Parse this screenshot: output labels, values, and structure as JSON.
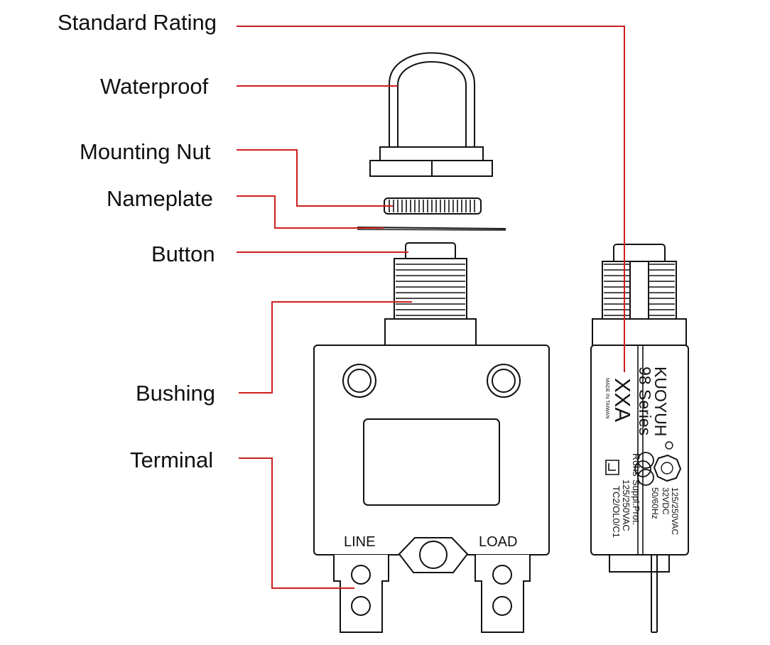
{
  "diagram": {
    "labels": {
      "standard_rating": "Standard Rating",
      "waterproof": "Waterproof",
      "mounting_nut": "Mounting Nut",
      "nameplate": "Nameplate",
      "button": "Button",
      "bushing": "Bushing",
      "terminal": "Terminal"
    },
    "front_view": {
      "line_label": "LINE",
      "load_label": "LOAD"
    },
    "side_view": {
      "brand": "KUOYUH",
      "series": "98 Series",
      "rating": "XXA",
      "made_in": "MADE IN TAIWAN",
      "rohs": "Rohs",
      "supply_prot": "Suppl.Prot.",
      "ac_rating_1": "125/250VAC",
      "ac_rating_2": "125/250VAC",
      "dc_rating": "32VDC",
      "frequency": "50/60Hz",
      "tc_code": "TC2/OL0/C1"
    },
    "colors": {
      "leader_line": "#cc1f1f",
      "outline": "#111111",
      "background": "#ffffff"
    }
  }
}
